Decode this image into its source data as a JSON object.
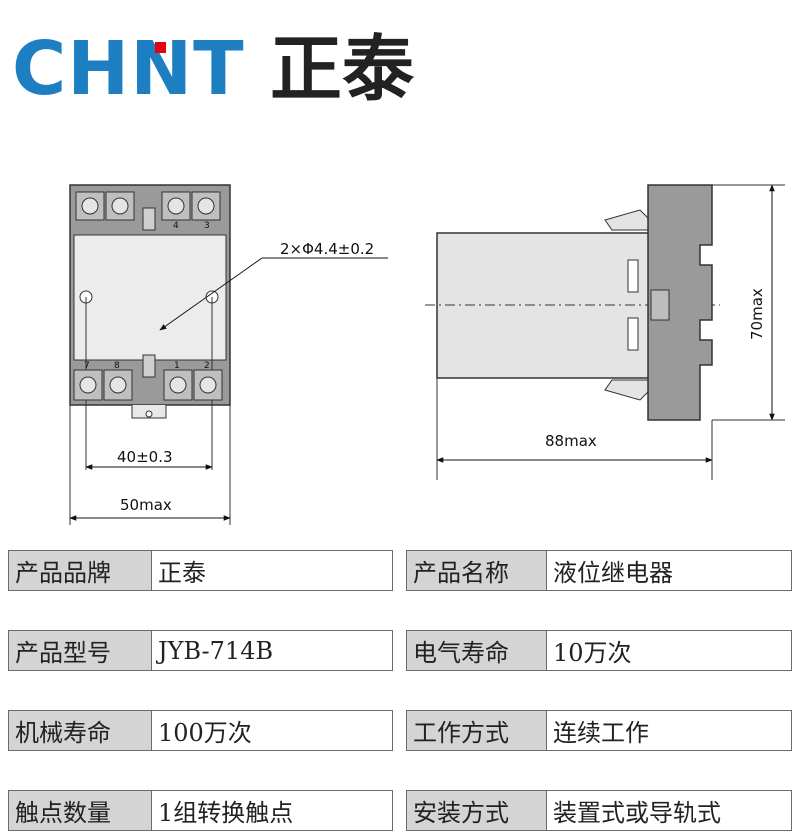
{
  "brand": {
    "logo_latin": "CHNT",
    "logo_cjk": "正泰",
    "logo_colors": {
      "latin": "#1d7fc2",
      "accent_dot": "#e60012",
      "cjk": "#222222"
    }
  },
  "drawing": {
    "front_view": {
      "hole_label": "2×Φ4.4±0.2",
      "hole_spacing": "40±0.3",
      "width": "50max",
      "top_pins": [
        "4",
        "3"
      ],
      "bottom_pins": [
        "7",
        "8",
        "1",
        "2"
      ]
    },
    "side_view": {
      "length": "88max",
      "height": "70max"
    }
  },
  "specs": {
    "left": [
      {
        "key": "产品品牌",
        "value": "正泰"
      },
      {
        "key": "产品型号",
        "value": "JYB-714B"
      },
      {
        "key": "机械寿命",
        "value": "100万次"
      },
      {
        "key": "触点数量",
        "value": "1组转换触点"
      }
    ],
    "right": [
      {
        "key": "产品名称",
        "value": "液位继电器"
      },
      {
        "key": "电气寿命",
        "value": "10万次"
      },
      {
        "key": "工作方式",
        "value": "连续工作"
      },
      {
        "key": "安装方式",
        "value": "装置式或导轨式"
      }
    ]
  }
}
